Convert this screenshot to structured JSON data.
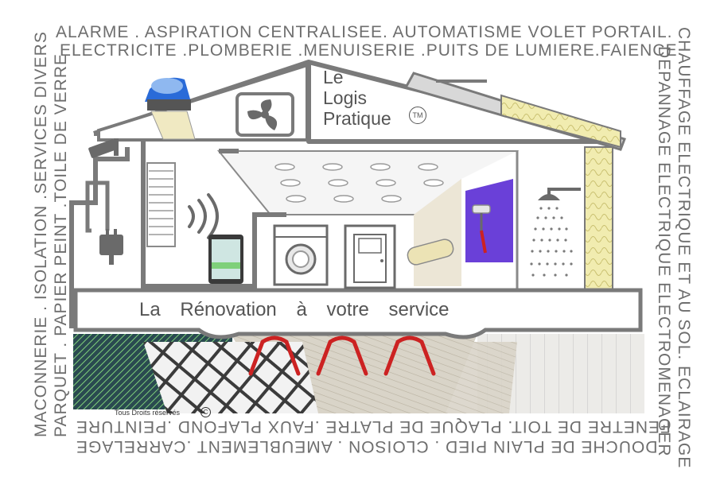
{
  "edges": {
    "top_line1": "ALARME . ASPIRATION CENTRALISEE. AUTOMATISME VOLET  PORTAIL.",
    "top_line2": "ELECTRICITE .PLOMBERIE .MENUISERIE .PUITS DE LUMIERE.FAIENCE",
    "right_line1": "CHAUFFAGE ELECTRIQUE ET AU SOL. ECLAIRAGE",
    "right_line2": "DEPANNAGE ELECTRIQUE ELECTROMENAGER",
    "bottom_line1": "FENETRE DE TOIT. PLAQUE DE PLATRE .FAUX PLAFOND .PEINTURE",
    "bottom_line2": "DOUCHE DE PLAIN PIED . CLOISON . AMEUBLEMENT .CARRELAGE",
    "left_line1": "MACONNERIE . ISOLATION .SERVICES DIVERS",
    "left_line2": "PARQUET . PAPIER PEINT .TOILE DE VERRE"
  },
  "brand": {
    "line1": "Le",
    "line2": "Logis",
    "line3": "Pratique",
    "tm": "TM"
  },
  "banner": "La Rénovation à votre service",
  "copyright": "Tous Droits réservés",
  "copyright_symbol": "C",
  "icons": [
    "skylight-icon",
    "fan-icon",
    "camera-icon",
    "plug-icon",
    "shutter-icon",
    "wifi-icon",
    "phone-icon",
    "washing-machine-icon",
    "door-icon",
    "paint-roller-icon",
    "shower-icon",
    "ceiling-light-icon",
    "floor-heating-icon",
    "insulation-icon"
  ],
  "colors": {
    "frame": "#7a7a7a",
    "text": "#6e6e6e",
    "wall": "#ece6d6",
    "insulation": "#f1ecb0",
    "paint": "#6a40d8",
    "floor_heating": "#cc2222",
    "sky_blue": "#2a6bd8"
  }
}
